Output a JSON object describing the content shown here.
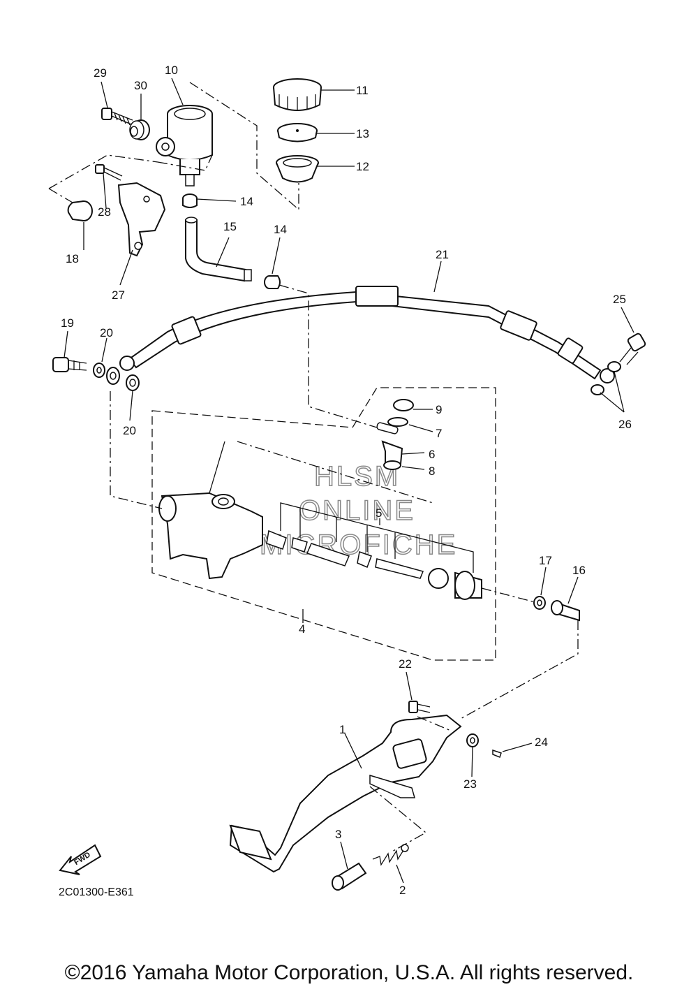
{
  "callouts": [
    {
      "id": "c1",
      "text": "1"
    },
    {
      "id": "c2",
      "text": "2"
    },
    {
      "id": "c3",
      "text": "3"
    },
    {
      "id": "c4",
      "text": "4"
    },
    {
      "id": "c5",
      "text": "5"
    },
    {
      "id": "c6",
      "text": "6"
    },
    {
      "id": "c7",
      "text": "7"
    },
    {
      "id": "c8",
      "text": "8"
    },
    {
      "id": "c9",
      "text": "9"
    },
    {
      "id": "c10",
      "text": "10"
    },
    {
      "id": "c11",
      "text": "11"
    },
    {
      "id": "c12",
      "text": "12"
    },
    {
      "id": "c13",
      "text": "13"
    },
    {
      "id": "c14a",
      "text": "14"
    },
    {
      "id": "c14b",
      "text": "14"
    },
    {
      "id": "c15",
      "text": "15"
    },
    {
      "id": "c16",
      "text": "16"
    },
    {
      "id": "c17",
      "text": "17"
    },
    {
      "id": "c18",
      "text": "18"
    },
    {
      "id": "c19",
      "text": "19"
    },
    {
      "id": "c20a",
      "text": "20"
    },
    {
      "id": "c20b",
      "text": "20"
    },
    {
      "id": "c21",
      "text": "21"
    },
    {
      "id": "c22",
      "text": "22"
    },
    {
      "id": "c23",
      "text": "23"
    },
    {
      "id": "c24",
      "text": "24"
    },
    {
      "id": "c25",
      "text": "25"
    },
    {
      "id": "c26",
      "text": "26"
    },
    {
      "id": "c27",
      "text": "27"
    },
    {
      "id": "c28",
      "text": "28"
    },
    {
      "id": "c29",
      "text": "29"
    },
    {
      "id": "c30",
      "text": "30"
    }
  ],
  "watermark": {
    "line1": "HLSM",
    "line2": "ONLINE",
    "line3": "MICROFICHE"
  },
  "fwd_label": "FWD",
  "drawing_code": "2C01300-E361",
  "copyright": "©2016 Yamaha Motor Corporation, U.S.A. All rights reserved.",
  "colors": {
    "ink": "#111111",
    "watermark": "#888888",
    "background": "#ffffff"
  }
}
